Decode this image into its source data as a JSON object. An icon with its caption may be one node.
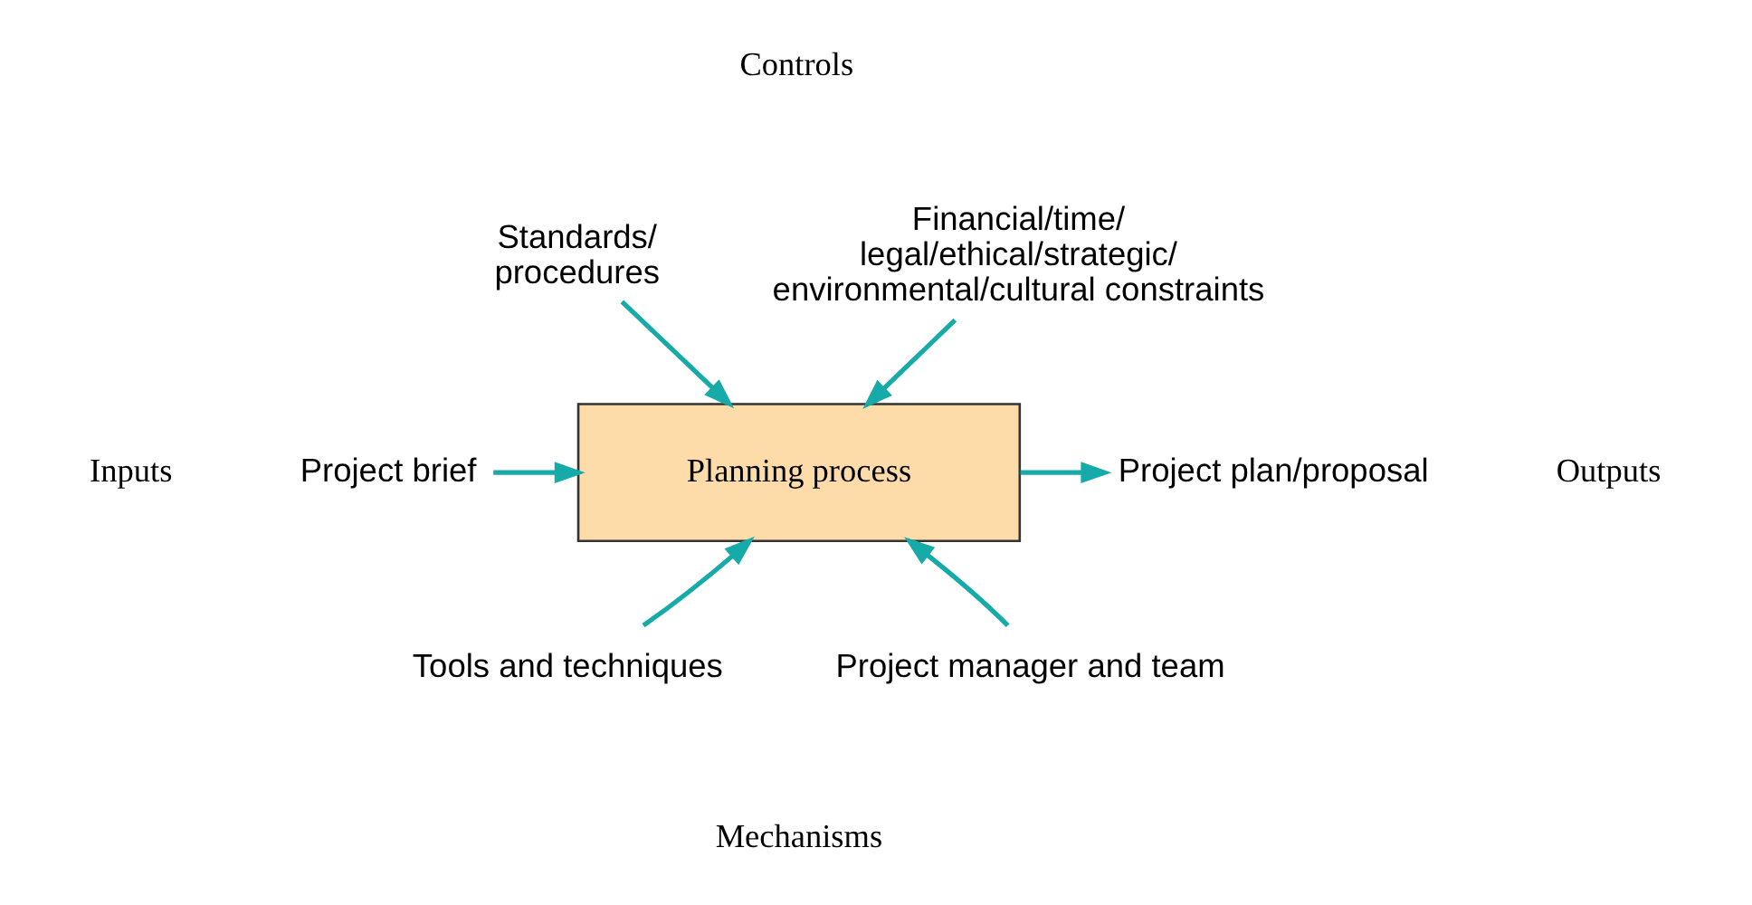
{
  "diagram": {
    "nodes": [
      {
        "text": [
          "Planning process"
        ]
      },
      {
        "text": [
          "Standards/ procedures"
        ]
      },
      {
        "text": [
          "Financial/time/ legal/ethical/strategic/ environmental/cultural constraints"
        ]
      },
      {
        "text": [
          "Project brief"
        ]
      },
      {
        "text": [
          "Project plan/proposal"
        ]
      },
      {
        "text": [
          "Tools and techniques"
        ]
      },
      {
        "text": [
          "Project manager and team"
        ]
      }
    ],
    "edges": [
      {
        "from": 1,
        "to": 0,
        "arrow": "to"
      },
      {
        "from": 2,
        "to": 0,
        "arrow": "to"
      },
      {
        "from": 3,
        "to": 0,
        "arrow": "to"
      },
      {
        "from": 0,
        "to": 4,
        "arrow": "to"
      },
      {
        "from": 5,
        "to": 0,
        "arrow": "to"
      },
      {
        "from": 6,
        "to": 0,
        "arrow": "to"
      }
    ],
    "labels": [
      "Controls",
      "Inputs",
      "Outputs",
      "Mechanisms"
    ]
  }
}
